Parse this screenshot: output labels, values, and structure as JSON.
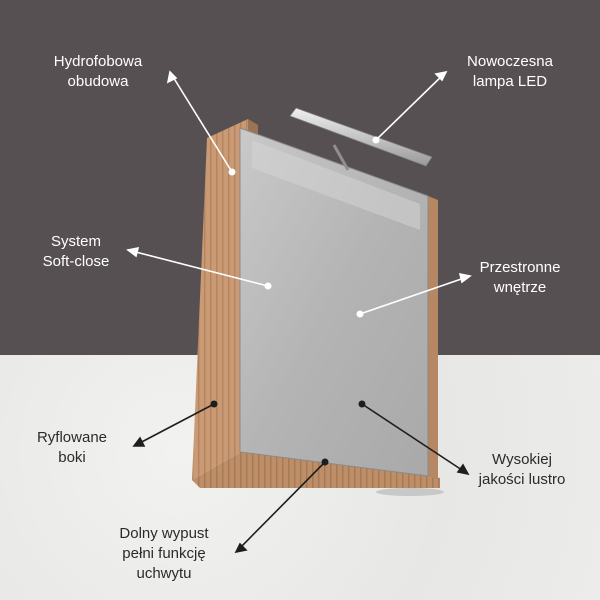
{
  "colors": {
    "wall": "#575052",
    "floor": "#ececea",
    "wood": "#c99a73",
    "wood_dark": "#a77a56",
    "mirror": "#b8b8b8",
    "lamp": "#d9d9d9"
  },
  "labels": {
    "hydrophobic": [
      "Hydrofobowa",
      "obudowa"
    ],
    "led_lamp": [
      "Nowoczesna",
      "lampa LED"
    ],
    "soft_close": [
      "System",
      "Soft-close"
    ],
    "spacious": [
      "Przestronne",
      "wnętrze"
    ],
    "fluted_sides": [
      "Ryflowane",
      "boki"
    ],
    "mirror_quality": [
      "Wysokiej",
      "jakości lustro"
    ],
    "bottom_handle": [
      "Dolny wypust",
      "pełni funkcję",
      "uchwytu"
    ]
  }
}
